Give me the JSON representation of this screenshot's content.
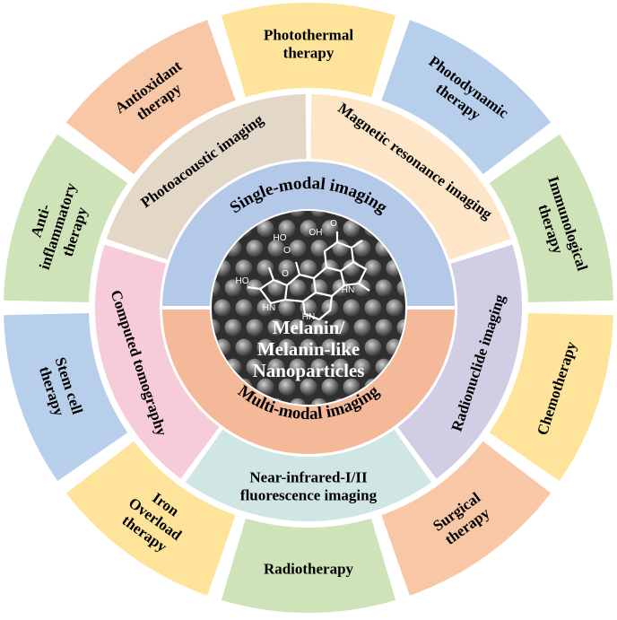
{
  "center": {
    "lines": [
      "Melanin/",
      "Melanin-like",
      "Nanoparticles"
    ]
  },
  "inner_ring": {
    "top": {
      "label": "Single-modal imaging",
      "color": "#b4c8e8"
    },
    "bottom": {
      "label": "Multi-modal imaging",
      "color": "#f3b999"
    }
  },
  "imaging_ring": [
    {
      "label": "Photoacoustic imaging",
      "color": "#e3d8c8"
    },
    {
      "label": "Magnetic resonance imaging",
      "color": "#fde5c7"
    },
    {
      "label": "Radionuclide imaging",
      "color": "#d0cde5"
    },
    {
      "label": "Near-infrared-I/II fluorescence imaging",
      "lines": [
        "Near-infrared-I/II",
        "fluorescence imaging"
      ],
      "color": "#cfe6e4"
    },
    {
      "label": "Computed tomography",
      "color": "#f7ccd9"
    }
  ],
  "therapy_ring": [
    {
      "label": "Photothermal therapy",
      "lines": [
        "Photothermal",
        "therapy"
      ],
      "color": "#fde49a"
    },
    {
      "label": "Photodynamic therapy",
      "lines": [
        "Photodynamic",
        "therapy"
      ],
      "color": "#b7cfea"
    },
    {
      "label": "Immunological therapy",
      "lines": [
        "Immunological",
        "therapy"
      ],
      "color": "#cfe3b8"
    },
    {
      "label": "Chemotherapy",
      "lines": [
        "Chemotherapy"
      ],
      "color": "#fde49a"
    },
    {
      "label": "Surgical therapy",
      "lines": [
        "Surgical",
        "therapy"
      ],
      "color": "#f7c7a6"
    },
    {
      "label": "Radiotherapy",
      "lines": [
        "Radiotherapy"
      ],
      "color": "#cfe3b8"
    },
    {
      "label": "Iron Overload therapy",
      "lines": [
        "Iron",
        "Overload",
        "therapy"
      ],
      "color": "#fde49a"
    },
    {
      "label": "Stem cell therapy",
      "lines": [
        "Stem cell",
        "therapy"
      ],
      "color": "#b7cfea"
    },
    {
      "label": "Anti-inflammatory therapy",
      "lines": [
        "Anti-",
        "inflammatory",
        "therapy"
      ],
      "color": "#cfe3b8"
    },
    {
      "label": "Antioxidant therapy",
      "lines": [
        "Antioxidant",
        "therapy"
      ],
      "color": "#f7c7a6"
    }
  ],
  "molecule": {
    "labels": [
      "HO",
      "OH",
      "O",
      "O",
      "HO",
      "O",
      "HN",
      "HN",
      "HN"
    ]
  }
}
